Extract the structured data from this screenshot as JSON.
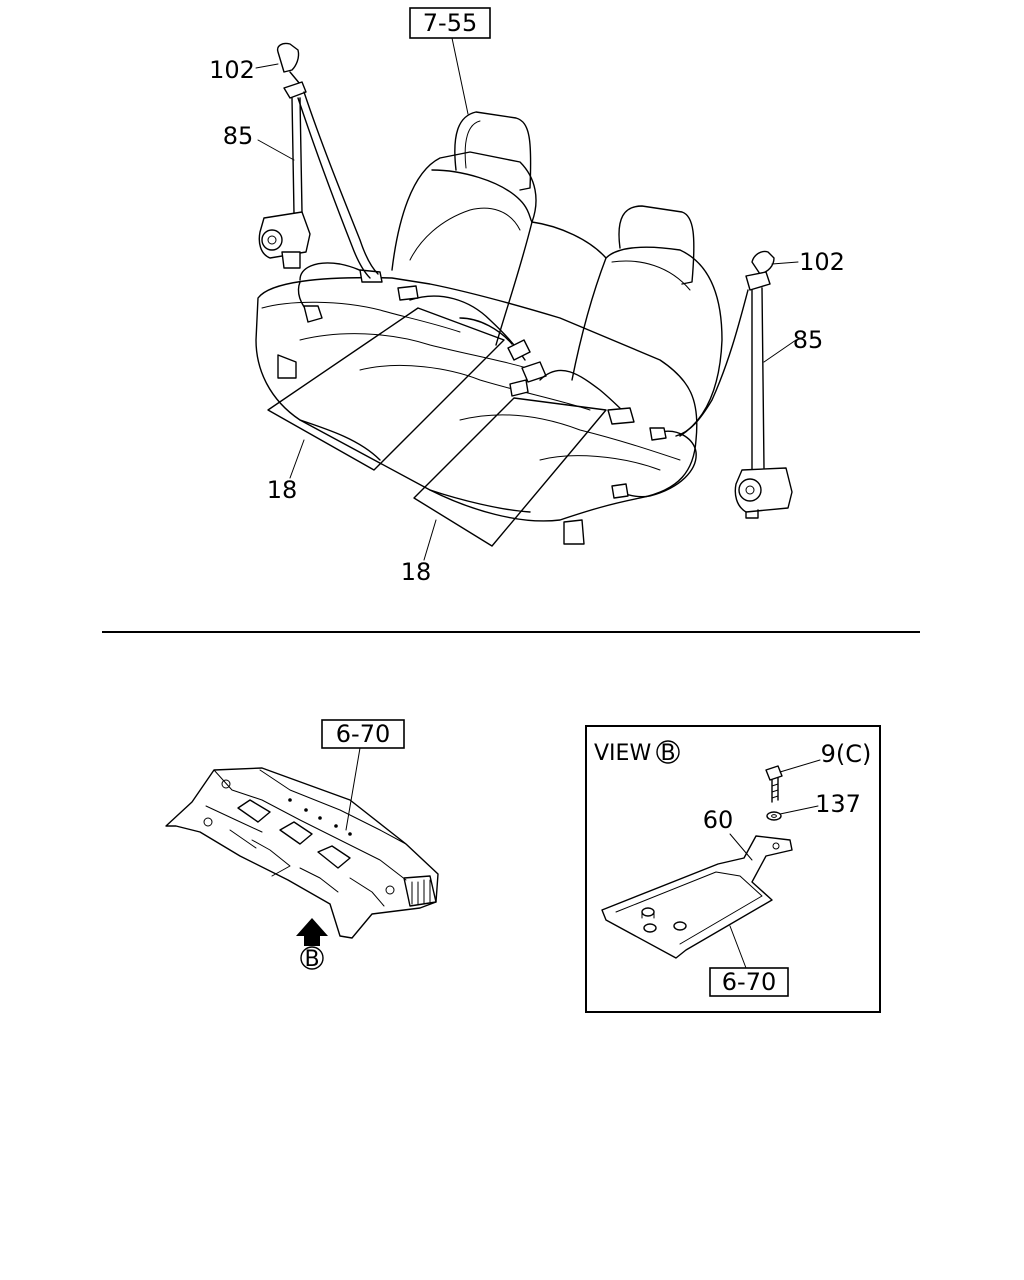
{
  "callouts": {
    "ref_top": "7-55",
    "belt_anchor_left": "102",
    "belt_left": "85",
    "belt_anchor_right": "102",
    "belt_right": "85",
    "label_left": "18",
    "label_right": "18",
    "ref_floor": "6-70",
    "view_marker": "B",
    "view_title": "VIEW",
    "view_marker_box": "B",
    "bolt": "9(C)",
    "washer": "137",
    "bracket": "60",
    "ref_view": "6-70"
  }
}
